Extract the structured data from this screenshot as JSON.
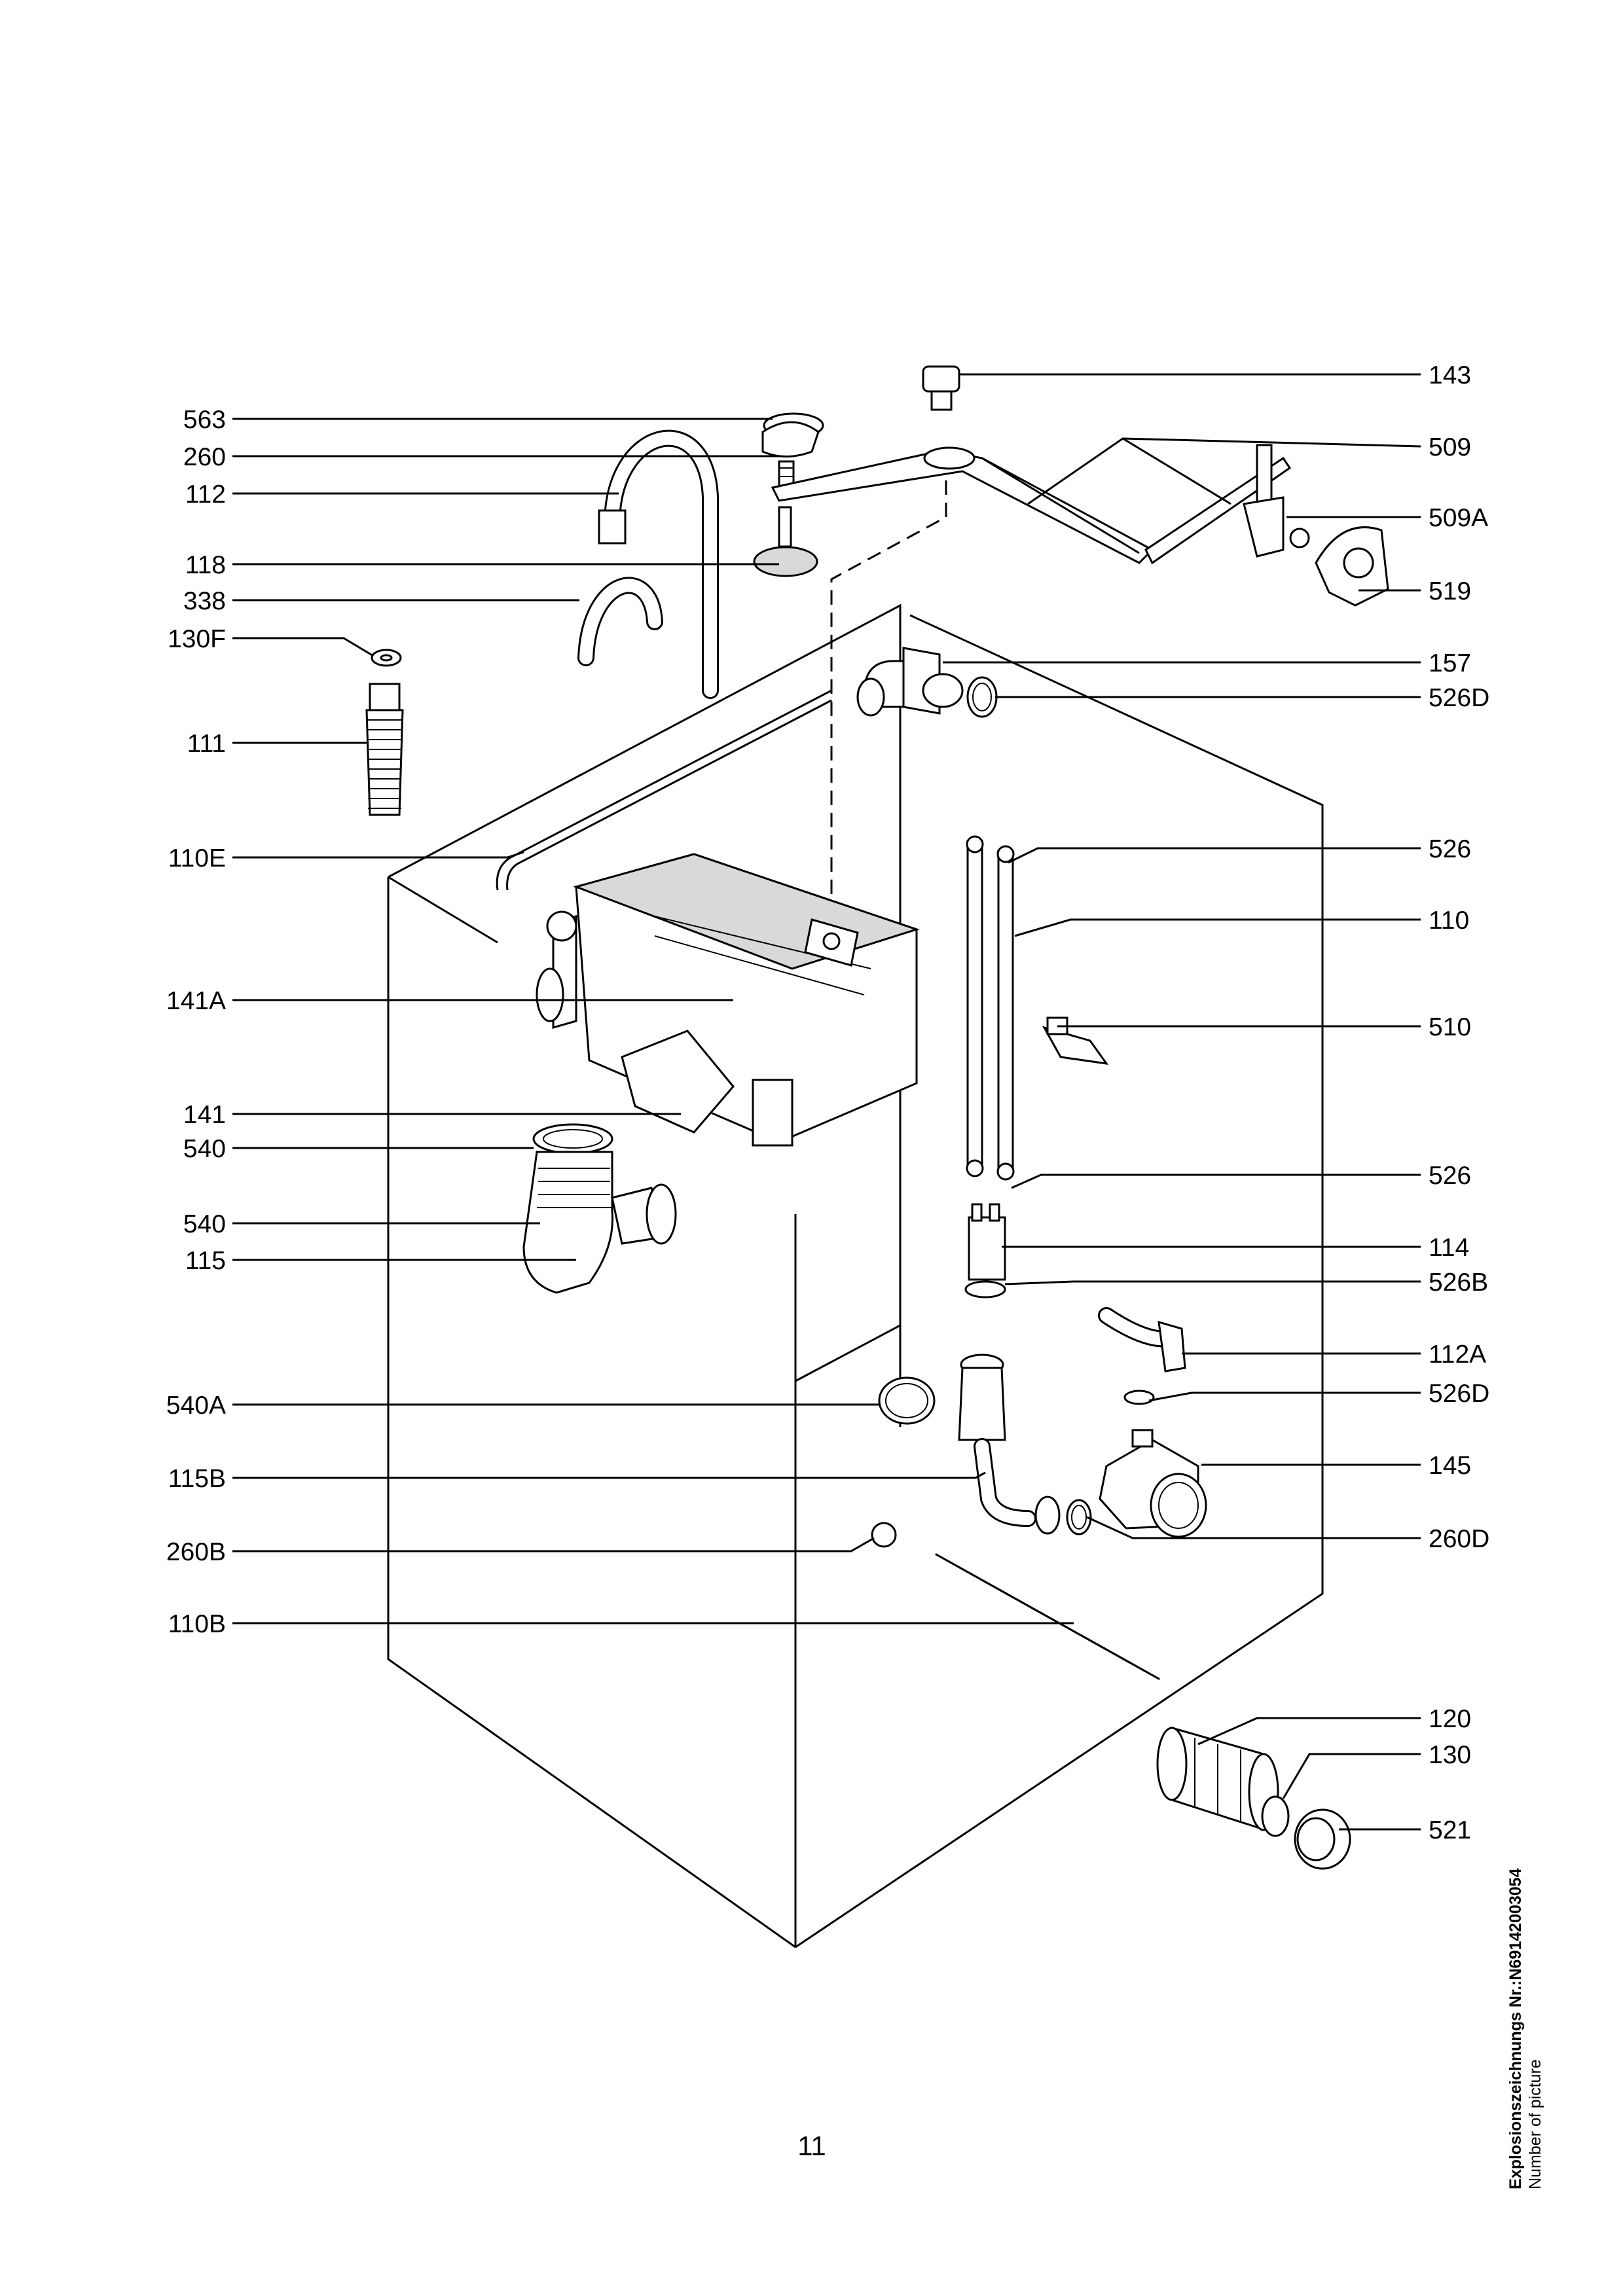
{
  "page_number": "11",
  "footer": {
    "drawing_no_label": "Explosionszeichnungs Nr.:N69142003054",
    "picture_label": "Number of picture"
  },
  "labels_left": [
    "563",
    "260",
    "112",
    "118",
    "338",
    "130F",
    "111",
    "110E",
    "141A",
    "141",
    "540",
    "540",
    "115",
    "540A",
    "115B",
    "260B",
    "110B"
  ],
  "labels_right": [
    "143",
    "509",
    "509A",
    "519",
    "157",
    "526D",
    "526",
    "110",
    "510",
    "526",
    "114",
    "526B",
    "112A",
    "526D",
    "145",
    "260D",
    "120",
    "130",
    "521"
  ]
}
